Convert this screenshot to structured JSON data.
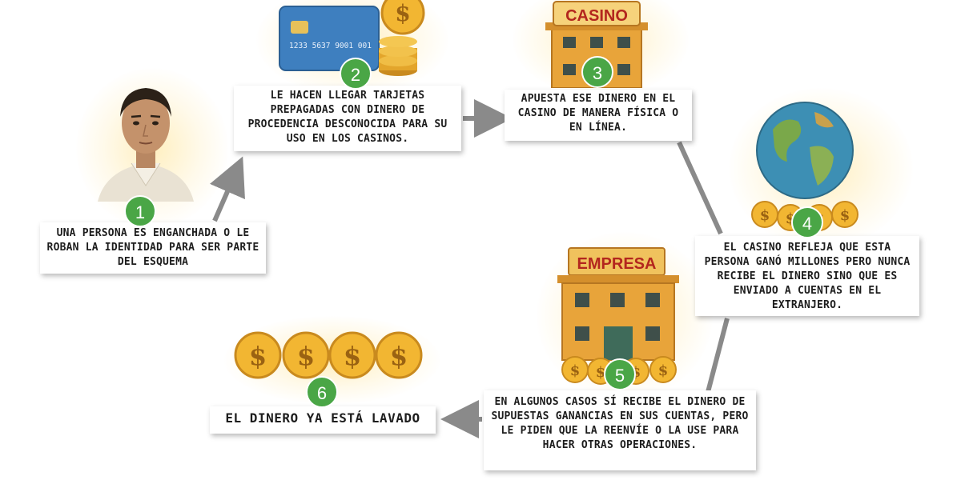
{
  "steps": [
    {
      "number": "1",
      "text": "UNA PERSONA ES ENGANCHADA  O LE ROBAN LA IDENTIDAD PARA SER PARTE DEL ESQUEMA"
    },
    {
      "number": "2",
      "text": "LE HACEN LLEGAR  TARJETAS PREPAGADAS CON DINERO DE PROCEDENCIA DESCONOCIDA PARA SU USO EN LOS CASINOS."
    },
    {
      "number": "3",
      "text": "APUESTA ESE  DINERO EN EL CASINO DE MANERA FÍSICA O EN LÍNEA."
    },
    {
      "number": "4",
      "text": "EL CASINO REFLEJA  QUE ESTA PERSONA GANÓ MILLONES PERO NUNCA RECIBE EL DINERO SINO QUE ES ENVIADO A CUENTAS EN EL EXTRANJERO."
    },
    {
      "number": "5",
      "text": "EN ALGUNOS CASOS  SÍ RECIBE EL DINERO DE SUPUESTAS GANANCIAS  EN SUS CUENTAS, PERO LE PIDEN QUE LA REENVÍE O LA USE PARA HACER OTRAS OPERACIONES."
    },
    {
      "number": "6",
      "text": "EL DINERO YA ESTÁ LAVADO"
    }
  ],
  "illustrations": {
    "card_number": "1233 5637 9001 001",
    "casino_sign": "CASINO",
    "company_sign": "EMPRESA",
    "coin_symbol": "$"
  },
  "colors": {
    "badge_green": "#4aa646",
    "arrow_gray": "#8a8a8a",
    "gold": "#f2b632"
  }
}
